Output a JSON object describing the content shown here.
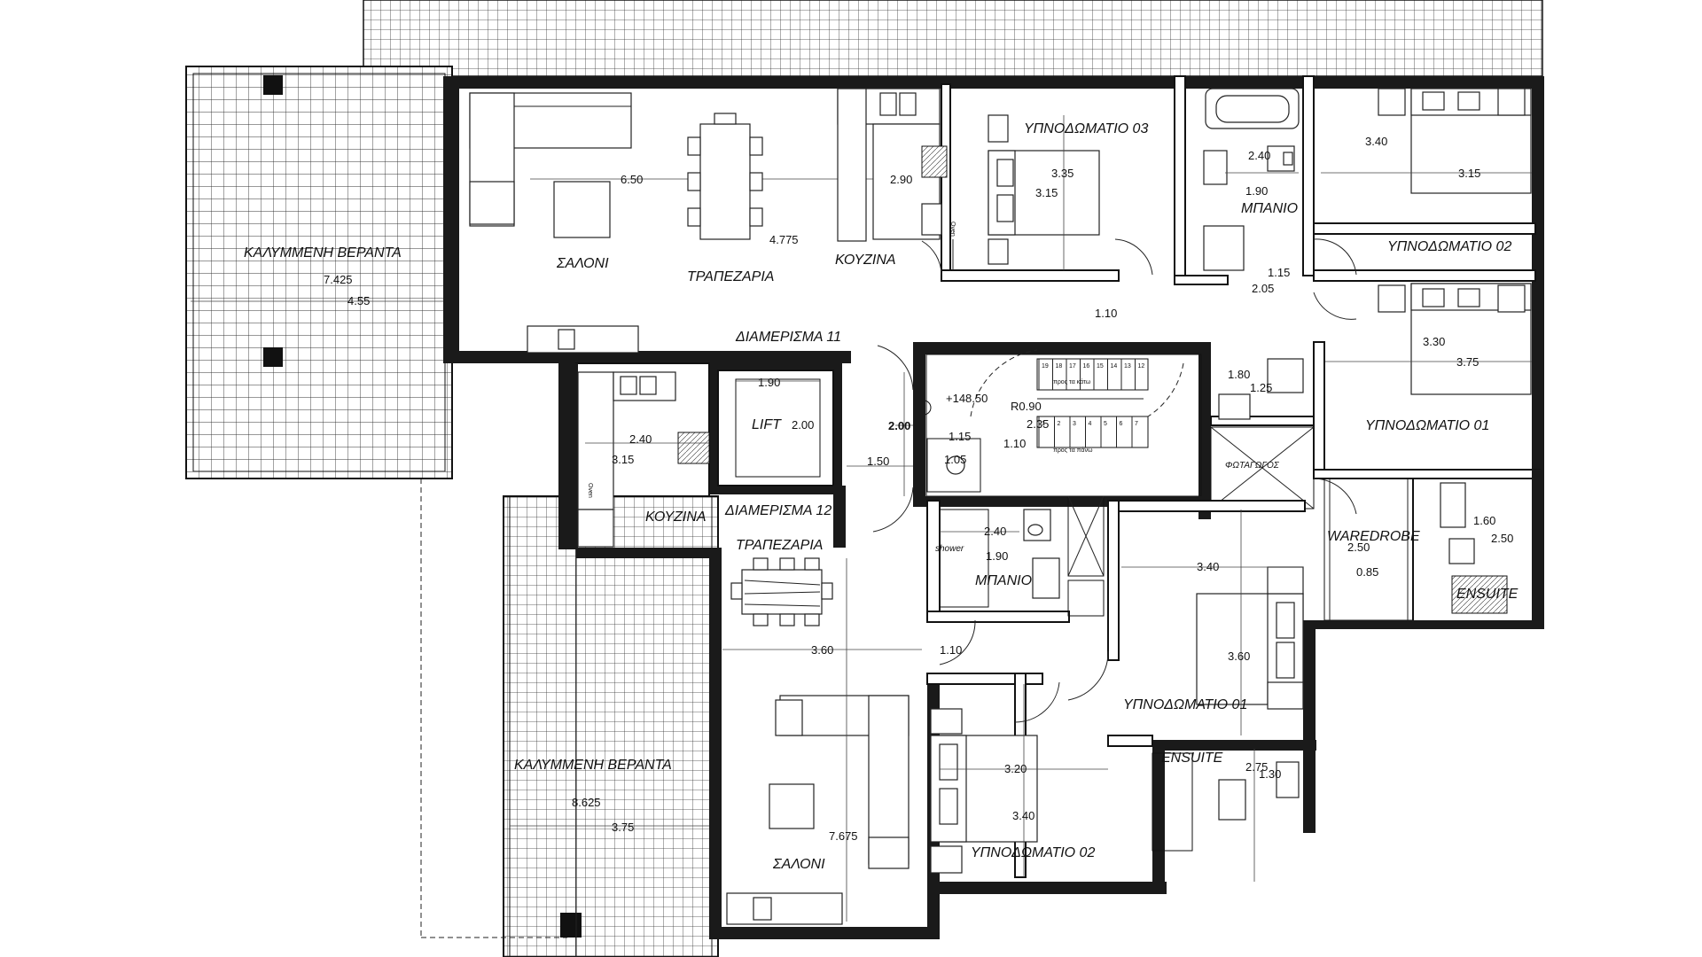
{
  "rooms": {
    "veranda_top": "ΚΑΛΥΜΜΕΝΗ ΒΕΡΑΝΤΑ",
    "saloni_11": "ΣΑΛΟΝΙ",
    "trapezaria_11": "ΤΡΑΠΕΖΑΡΙΑ",
    "kouzina_11": "ΚΟΥΖΙΝΑ",
    "apartment_11": "ΔΙΑΜΕΡΙΣΜΑ 11",
    "ypnodomatio_03": "ΥΠΝΟΔΩΜΑΤΙΟ 03",
    "mpanio_top": "ΜΠΑΝΙΟ",
    "ypnodomatio_02_right": "ΥΠΝΟΔΩΜΑΤΙΟ 02",
    "ypnodomatio_01_right": "ΥΠΝΟΔΩΜΑΤΙΟ 01",
    "lift": "LIFT",
    "fotagogos": "ΦΩΤΑΓΩΓΟΣ",
    "waredrobe": "WAREDROBE",
    "ensuite_right": "ENSUITE",
    "kouzina_12": "ΚΟΥΖΙΝΑ",
    "apartment_12": "ΔΙΑΜΕΡΙΣΜΑ 12",
    "trapezaria_12": "ΤΡΑΠΕΖΑΡΙΑ",
    "shower": "shower",
    "mpanio_mid": "ΜΠΑΝΙΟ",
    "ypnodomatio_01_mid": "ΥΠΝΟΔΩΜΑΤΙΟ 01",
    "ensuite_mid": "ENSUITE",
    "veranda_bottom": "ΚΑΛΥΜΜΕΝΗ ΒΕΡΑΝΤΑ",
    "ypnodomatio_02_mid": "ΥΠΝΟΔΩΜΑΤΙΟ 02",
    "saloni_12": "ΣΑΛΟΝΙ"
  },
  "dimensions": {
    "veranda_top_w": "7.425",
    "veranda_top_h": "4.55",
    "living_11": "6.50",
    "kitchen_11": "2.90",
    "depth_11": "4.775",
    "bed03_w": "3.35",
    "bed03_h": "3.15",
    "bath_w": "2.40",
    "bath_h": "1.90",
    "bed02_w": "3.40",
    "bed02_h": "3.15",
    "corr_a": "1.15",
    "corr_b": "2.05",
    "corr_c": "1.10",
    "bed01_w": "3.30",
    "bed01_h": "3.75",
    "wc_w": "1.80",
    "wc_h": "1.25",
    "lift_w": "1.90",
    "lift_h": "2.00",
    "lobby": "2.00",
    "level": "+148.50",
    "stair_r": "R0.90",
    "stair_w": "2.35",
    "stair_a": "1.15",
    "stair_b": "1.10",
    "stair_c": "1.05",
    "lobby_w": "1.50",
    "kitchen12_w": "2.40",
    "kitchen12_h": "3.15",
    "bath12_w": "2.40",
    "bath12_h": "1.90",
    "bed01m_w": "3.40",
    "bed01m_h": "3.60",
    "ward_w": "2.50",
    "ward_d": "0.85",
    "ens_w": "1.60",
    "ens_h": "2.50",
    "living12_w": "3.60",
    "corr12": "1.10",
    "veranda_bot_w": "8.625",
    "veranda_bot_h": "3.75",
    "bed02m_w": "3.20",
    "bed02m_h": "3.40",
    "ensm_w": "2.75",
    "ensm_h": "1.30",
    "living12_h": "7.675"
  },
  "stairs": {
    "down_label": "προς τα κάτω",
    "up_label": "προς τα πάνω",
    "steps_top": [
      "19",
      "18",
      "17",
      "16",
      "15",
      "14",
      "13",
      "12"
    ],
    "steps_bottom": [
      "1",
      "2",
      "3",
      "4",
      "5",
      "6",
      "7"
    ]
  },
  "appliance": {
    "oven": "Oven"
  }
}
